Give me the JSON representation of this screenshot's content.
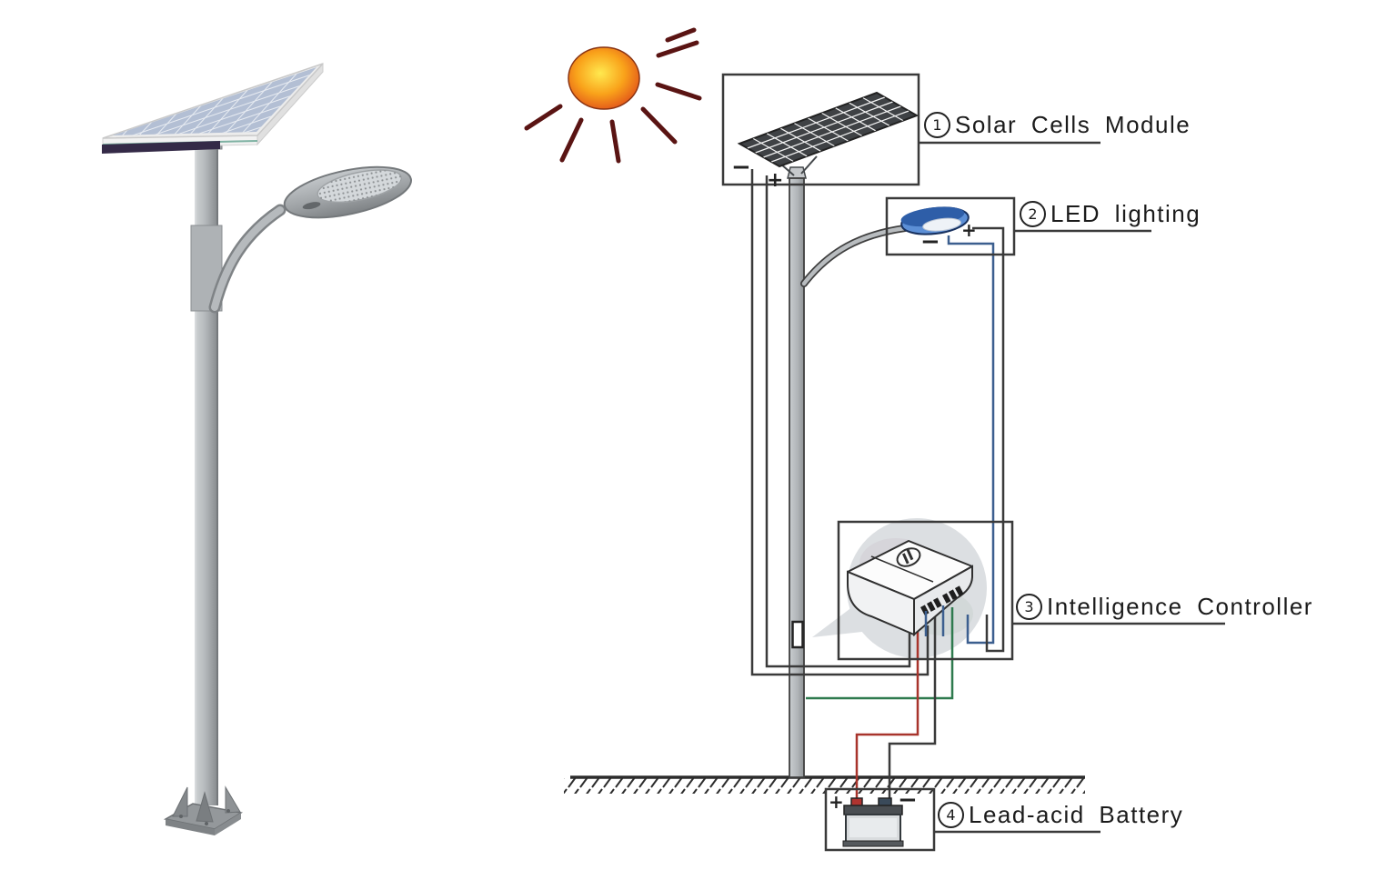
{
  "figure": {
    "description_labels": [
      {
        "number": "1",
        "text": "Solar Cells Module"
      },
      {
        "number": "2",
        "text": "LED lighting"
      },
      {
        "number": "3",
        "text": "Intelligence Controller"
      },
      {
        "number": "4",
        "text": "Lead-acid Battery"
      }
    ],
    "marks": {
      "solar_minus": "−",
      "solar_plus": "+",
      "led_plus": "+",
      "led_minus": "−",
      "battery_plus": "+",
      "battery_minus": "−"
    },
    "colors": {
      "outline": "#3a3a3a",
      "wire_red": "#a8342c",
      "wire_blue": "#3c5f8f",
      "wire_green": "#2e7a4e",
      "wire_dark": "#3a3a3a",
      "sun_core": "#ffe94f",
      "sun_mid": "#f9a21a",
      "sun_edge": "#e2541a",
      "sun_ray": "#5a1413",
      "lamp_blue": "#5c8fd6",
      "lamp_blue_dark": "#2e5ea8",
      "panel_cells_dark": "#3f4245",
      "photo_panel_cells": "#b3bfd4",
      "ground": "#2c2c2c"
    }
  }
}
